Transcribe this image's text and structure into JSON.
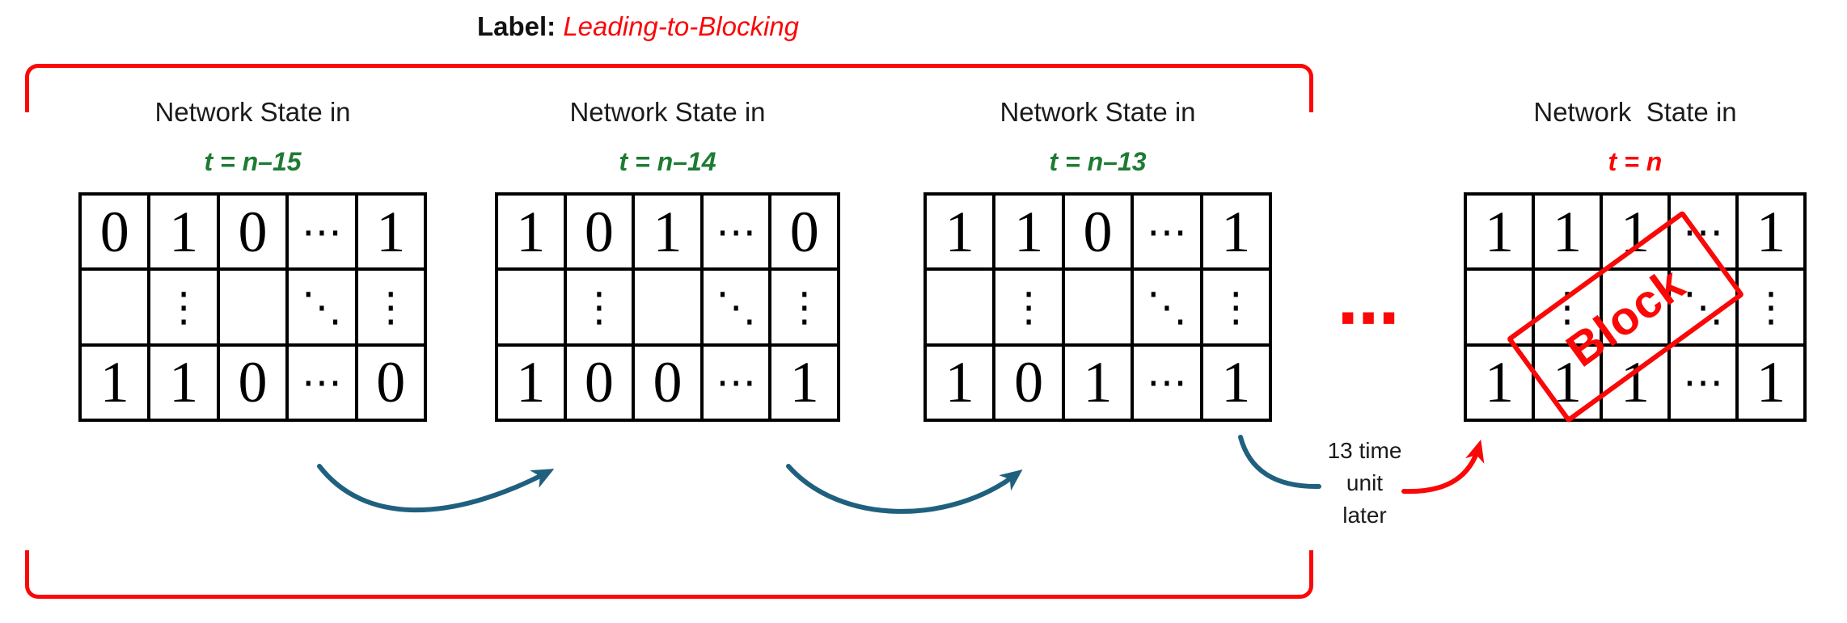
{
  "figure": {
    "label_prefix": "Label:",
    "label_value": "Leading-to-Blocking"
  },
  "colors": {
    "accent_red": "#fb0707",
    "time_green": "#1e7b34",
    "arrow_blue": "#20607f"
  },
  "matrices": [
    {
      "title": "Network State in",
      "time_label": "t = n–15",
      "time_color": "#1e7b34",
      "rows": [
        [
          "0",
          "1",
          "0",
          "⋯",
          "1"
        ],
        [
          "",
          "⋮",
          "",
          "⋱",
          "⋮"
        ],
        [
          "1",
          "1",
          "0",
          "⋯",
          "0"
        ]
      ]
    },
    {
      "title": "Network State in",
      "time_label": "t = n–14",
      "time_color": "#1e7b34",
      "rows": [
        [
          "1",
          "0",
          "1",
          "⋯",
          "0"
        ],
        [
          "",
          "⋮",
          "",
          "⋱",
          "⋮"
        ],
        [
          "1",
          "0",
          "0",
          "⋯",
          "1"
        ]
      ]
    },
    {
      "title": "Network State in",
      "time_label": "t = n–13",
      "time_color": "#1e7b34",
      "rows": [
        [
          "1",
          "1",
          "0",
          "⋯",
          "1"
        ],
        [
          "",
          "⋮",
          "",
          "⋱",
          "⋮"
        ],
        [
          "1",
          "0",
          "1",
          "⋯",
          "1"
        ]
      ]
    },
    {
      "title": "Network  State in",
      "time_label": "t = n",
      "time_color": "#fb0707",
      "rows": [
        [
          "1",
          "1",
          "1",
          "⋯",
          "1"
        ],
        [
          "",
          "⋮",
          "",
          "⋱",
          "⋮"
        ],
        [
          "1",
          "1",
          "1",
          "⋯",
          "1"
        ]
      ],
      "stamp_label": "Block"
    }
  ],
  "annotations": {
    "ellipsis": "⋯",
    "delay_text": "13 time\nunit\nlater"
  }
}
